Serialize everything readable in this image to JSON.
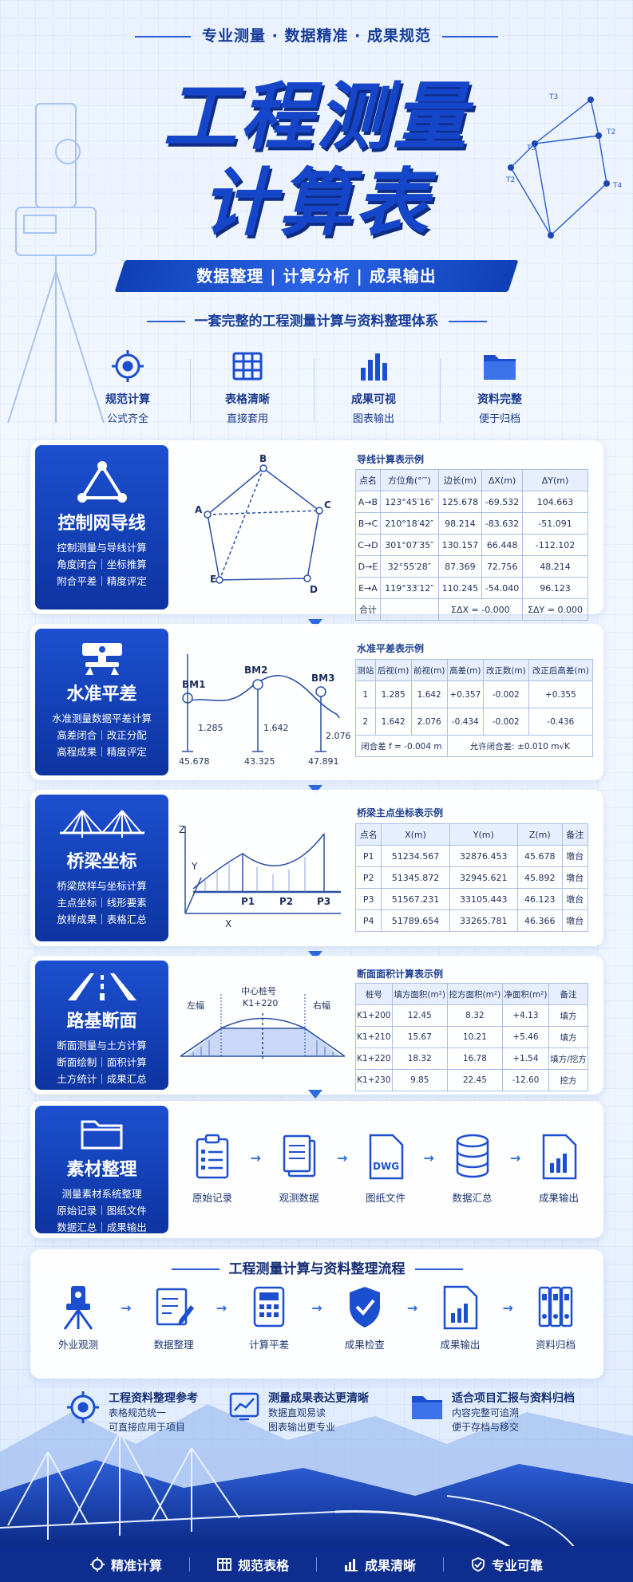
{
  "header": {
    "tagline": "专业测量 · 数据精准 · 成果规范",
    "title_line1": "工程测量",
    "title_line2": "计算表",
    "ribbon": "数据整理 | 计算分析 | 成果输出",
    "subtitle": "一套完整的工程测量计算与资料整理体系",
    "points": [
      "T3",
      "T2",
      "T4",
      "T2",
      "T3"
    ]
  },
  "features": [
    {
      "l1": "规范计算",
      "l2": "公式齐全",
      "icon": "target-icon"
    },
    {
      "l1": "表格清晰",
      "l2": "直接套用",
      "icon": "table-icon"
    },
    {
      "l1": "成果可视",
      "l2": "图表输出",
      "icon": "bar-chart-icon"
    },
    {
      "l1": "资料完整",
      "l2": "便于归档",
      "icon": "folder-icon"
    }
  ],
  "sections": {
    "traverse": {
      "name": "控制网导线",
      "desc": [
        "控制测量与导线计算",
        "角度闭合｜坐标推算",
        "附合平差｜精度评定"
      ],
      "table_title": "导线计算表示例",
      "headers": [
        "点名",
        "方位角(°′″)",
        "边长(m)",
        "ΔX(m)",
        "ΔY(m)"
      ],
      "rows": [
        [
          "A→B",
          "123°45′16″",
          "125.678",
          "-69.532",
          "104.663"
        ],
        [
          "B→C",
          "210°18′42″",
          "98.214",
          "-83.632",
          "-51.091"
        ],
        [
          "C→D",
          "301°07′35″",
          "130.157",
          "66.448",
          "-112.102"
        ],
        [
          "D→E",
          "32°55′28″",
          "87.369",
          "72.756",
          "48.214"
        ],
        [
          "E→A",
          "119°33′12″",
          "110.245",
          "-54.040",
          "96.123"
        ]
      ],
      "total_label": "合计",
      "total_dx": "ΣΔX = -0.000",
      "total_dy": "ΣΔY = 0.000",
      "diagram_labels": {
        "A": "A",
        "B": "B",
        "C": "C",
        "D": "D",
        "E": "E"
      }
    },
    "leveling": {
      "name": "水准平差",
      "desc": [
        "水准测量数据平差计算",
        "高差闭合｜改正分配",
        "高程成果｜精度评定"
      ],
      "table_title": "水准平差表示例",
      "headers": [
        "测站",
        "后视(m)",
        "前视(m)",
        "高差(m)",
        "改正数(m)",
        "改正后高差(m)"
      ],
      "rows": [
        [
          "1",
          "1.285",
          "1.642",
          "+0.357",
          "-0.002",
          "+0.355"
        ],
        [
          "2",
          "1.642",
          "2.076",
          "-0.434",
          "-0.002",
          "-0.436"
        ]
      ],
      "closure": "闭合差 f = -0.004 m",
      "allow": "允许闭合差: ±0.010 m√K",
      "diagram": {
        "bm1": "BM1",
        "bm2": "BM2",
        "bm3": "BM3",
        "r1": "1.285",
        "r2": "1.642",
        "r3": "2.076",
        "h1": "45.678",
        "h2": "43.325",
        "h3": "47.891"
      }
    },
    "bridge": {
      "name": "桥梁坐标",
      "desc": [
        "桥梁放样与坐标计算",
        "主点坐标｜线形要素",
        "放样成果｜表格汇总"
      ],
      "table_title": "桥梁主点坐标表示例",
      "headers": [
        "点名",
        "X(m)",
        "Y(m)",
        "Z(m)",
        "备注"
      ],
      "rows": [
        [
          "P1",
          "51234.567",
          "32876.453",
          "45.678",
          "墩台"
        ],
        [
          "P2",
          "51345.872",
          "32945.621",
          "45.892",
          "墩台"
        ],
        [
          "P3",
          "51567.231",
          "33105.443",
          "46.123",
          "墩台"
        ],
        [
          "P4",
          "51789.654",
          "33265.781",
          "46.366",
          "墩台"
        ]
      ],
      "diagram": {
        "z": "Z",
        "y": "Y",
        "x": "X",
        "p1": "P1",
        "p2": "P2",
        "p3": "P3"
      }
    },
    "road": {
      "name": "路基断面",
      "desc": [
        "断面测量与土方计算",
        "断面绘制｜面积计算",
        "土方统计｜成果汇总"
      ],
      "table_title": "断面面积计算表示例",
      "headers": [
        "桩号",
        "填方面积(m²)",
        "挖方面积(m²)",
        "净面积(m²)",
        "备注"
      ],
      "rows": [
        [
          "K1+200",
          "12.45",
          "8.32",
          "+4.13",
          "填方"
        ],
        [
          "K1+210",
          "15.67",
          "10.21",
          "+5.46",
          "填方"
        ],
        [
          "K1+220",
          "18.32",
          "16.78",
          "+1.54",
          "填方/挖方"
        ],
        [
          "K1+230",
          "9.85",
          "22.45",
          "-12.60",
          "挖方"
        ]
      ],
      "diagram": {
        "left": "左幅",
        "center1": "中心桩号",
        "center2": "K1+220",
        "right": "右幅"
      }
    },
    "materials": {
      "name": "素材整理",
      "desc": [
        "测量素材系统整理",
        "原始记录｜图纸文件",
        "数据汇总｜成果输出"
      ],
      "steps": [
        "原始记录",
        "观测数据",
        "图纸文件",
        "数据汇总",
        "成果输出"
      ],
      "dwg": "DWG"
    }
  },
  "process": {
    "title": "工程测量计算与资料整理流程",
    "steps": [
      "外业观测",
      "数据整理",
      "计算平差",
      "成果检查",
      "成果输出",
      "资料归档"
    ]
  },
  "refs": [
    {
      "t": "工程资料整理参考",
      "s1": "表格规范统一",
      "s2": "可直接应用于项目"
    },
    {
      "t": "测量成果表达更清晰",
      "s1": "数据直观易读",
      "s2": "图表输出更专业"
    },
    {
      "t": "适合项目汇报与资料归档",
      "s1": "内容完整可追溯",
      "s2": "便于存档与移交"
    }
  ],
  "footer": [
    "精准计算",
    "规范表格",
    "成果清晰",
    "专业可靠"
  ]
}
